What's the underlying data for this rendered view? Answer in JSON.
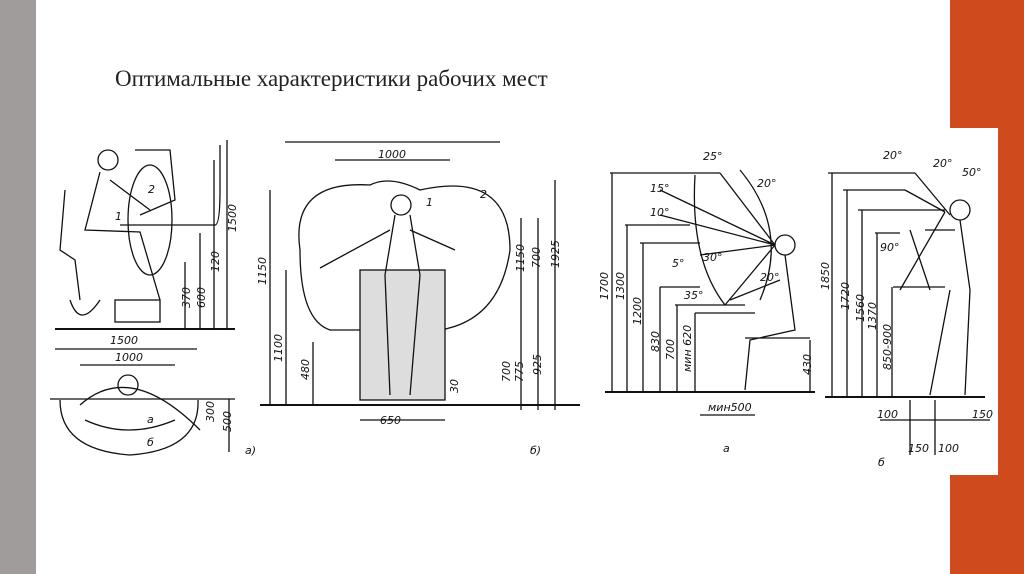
{
  "slide": {
    "title": "Оптимальные характеристики рабочих мест",
    "colors": {
      "left_bar": "#a09c9c",
      "accent": "#cf4a1c"
    }
  },
  "figure_left": {
    "seated": {
      "zones": [
        "1",
        "2"
      ],
      "dims": [
        "1500",
        "120",
        "600",
        "370"
      ]
    },
    "plan": {
      "dims": [
        "1500",
        "1000",
        "300",
        "500"
      ],
      "zones": [
        "а",
        "б"
      ],
      "caption": "а)"
    },
    "standing": {
      "dims": [
        "1000",
        "1150",
        "1100",
        "480",
        "650",
        "30",
        "700",
        "775",
        "925",
        "1150",
        "700",
        "1925"
      ],
      "zones": [
        "1",
        "2"
      ],
      "caption": "б)"
    }
  },
  "figure_right": {
    "seated": {
      "angles": [
        "25°",
        "15°",
        "10°",
        "20°",
        "30°",
        "5°",
        "20°",
        "35°"
      ],
      "dims": [
        "1700",
        "1300",
        "1200",
        "830",
        "700",
        "мин 620",
        "430",
        "мин500"
      ],
      "caption": "а"
    },
    "standing": {
      "angles": [
        "20°",
        "20°",
        "50°",
        "90°"
      ],
      "dims": [
        "1850",
        "1720",
        "1560",
        "1370",
        "850-900",
        "100",
        "150",
        "150",
        "100"
      ],
      "caption": "б"
    }
  }
}
